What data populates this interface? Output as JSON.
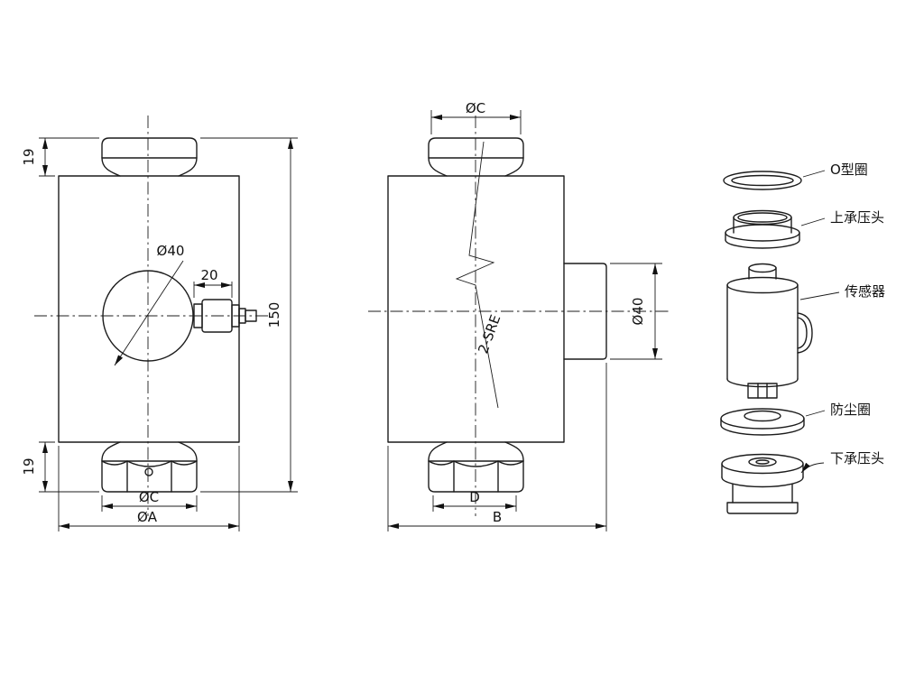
{
  "front_view": {
    "dims": {
      "top_cap_height": "19",
      "bottom_cap_height": "19",
      "center_circle": "Ø40",
      "connector_length": "20",
      "overall_height": "150",
      "cap_diameter": "ØC",
      "body_diameter": "ØA"
    }
  },
  "side_view": {
    "dims": {
      "cap_diameter": "ØC",
      "thread_callout": "2-SRE",
      "boss_diameter": "Ø40",
      "base_width": "D",
      "overall_width": "B"
    }
  },
  "exploded_view": {
    "parts": [
      {
        "id": "o-ring",
        "label": "O型圈"
      },
      {
        "id": "upper-pressure-head",
        "label": "上承压头"
      },
      {
        "id": "sensor",
        "label": "传感器"
      },
      {
        "id": "dust-ring",
        "label": "防尘圈"
      },
      {
        "id": "lower-pressure-head",
        "label": "下承压头"
      }
    ]
  }
}
